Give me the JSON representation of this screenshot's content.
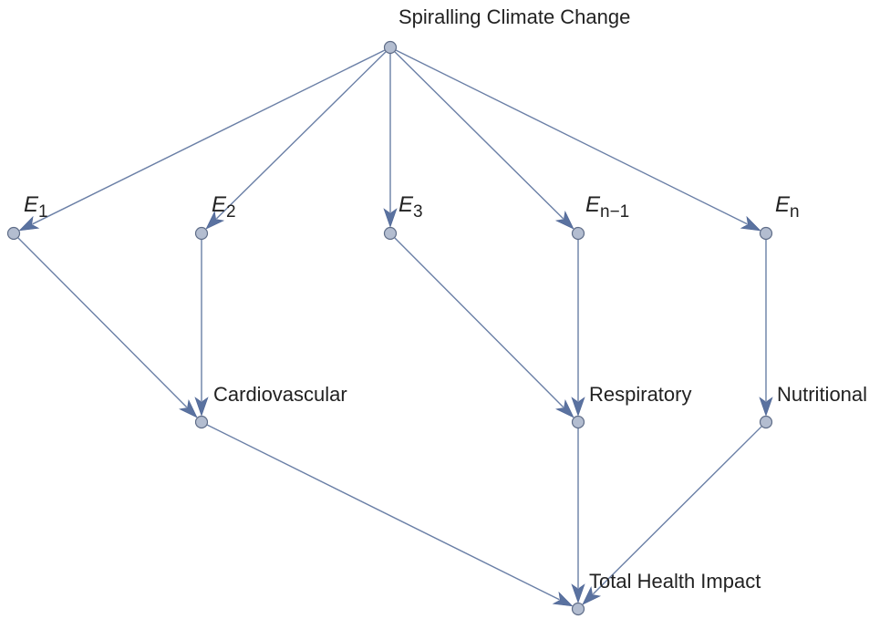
{
  "nodes": {
    "root": {
      "label": "Spiralling Climate Change"
    },
    "e1": {
      "letter": "E",
      "sub": "1"
    },
    "e2": {
      "letter": "E",
      "sub": "2"
    },
    "e3": {
      "letter": "E",
      "sub": "3"
    },
    "en1": {
      "letter": "E",
      "sub": "n−1"
    },
    "en": {
      "letter": "E",
      "sub": "n"
    },
    "cardio": {
      "label": "Cardiovascular"
    },
    "resp": {
      "label": "Respiratory"
    },
    "nutr": {
      "label": "Nutritional"
    },
    "total": {
      "label": "Total Health Impact"
    }
  },
  "edges": [
    [
      "root",
      "e1"
    ],
    [
      "root",
      "e2"
    ],
    [
      "root",
      "e3"
    ],
    [
      "root",
      "en1"
    ],
    [
      "root",
      "en"
    ],
    [
      "e1",
      "cardio"
    ],
    [
      "e2",
      "cardio"
    ],
    [
      "e3",
      "resp"
    ],
    [
      "en1",
      "resp"
    ],
    [
      "en",
      "nutr"
    ],
    [
      "cardio",
      "total"
    ],
    [
      "resp",
      "total"
    ],
    [
      "nutr",
      "total"
    ]
  ]
}
